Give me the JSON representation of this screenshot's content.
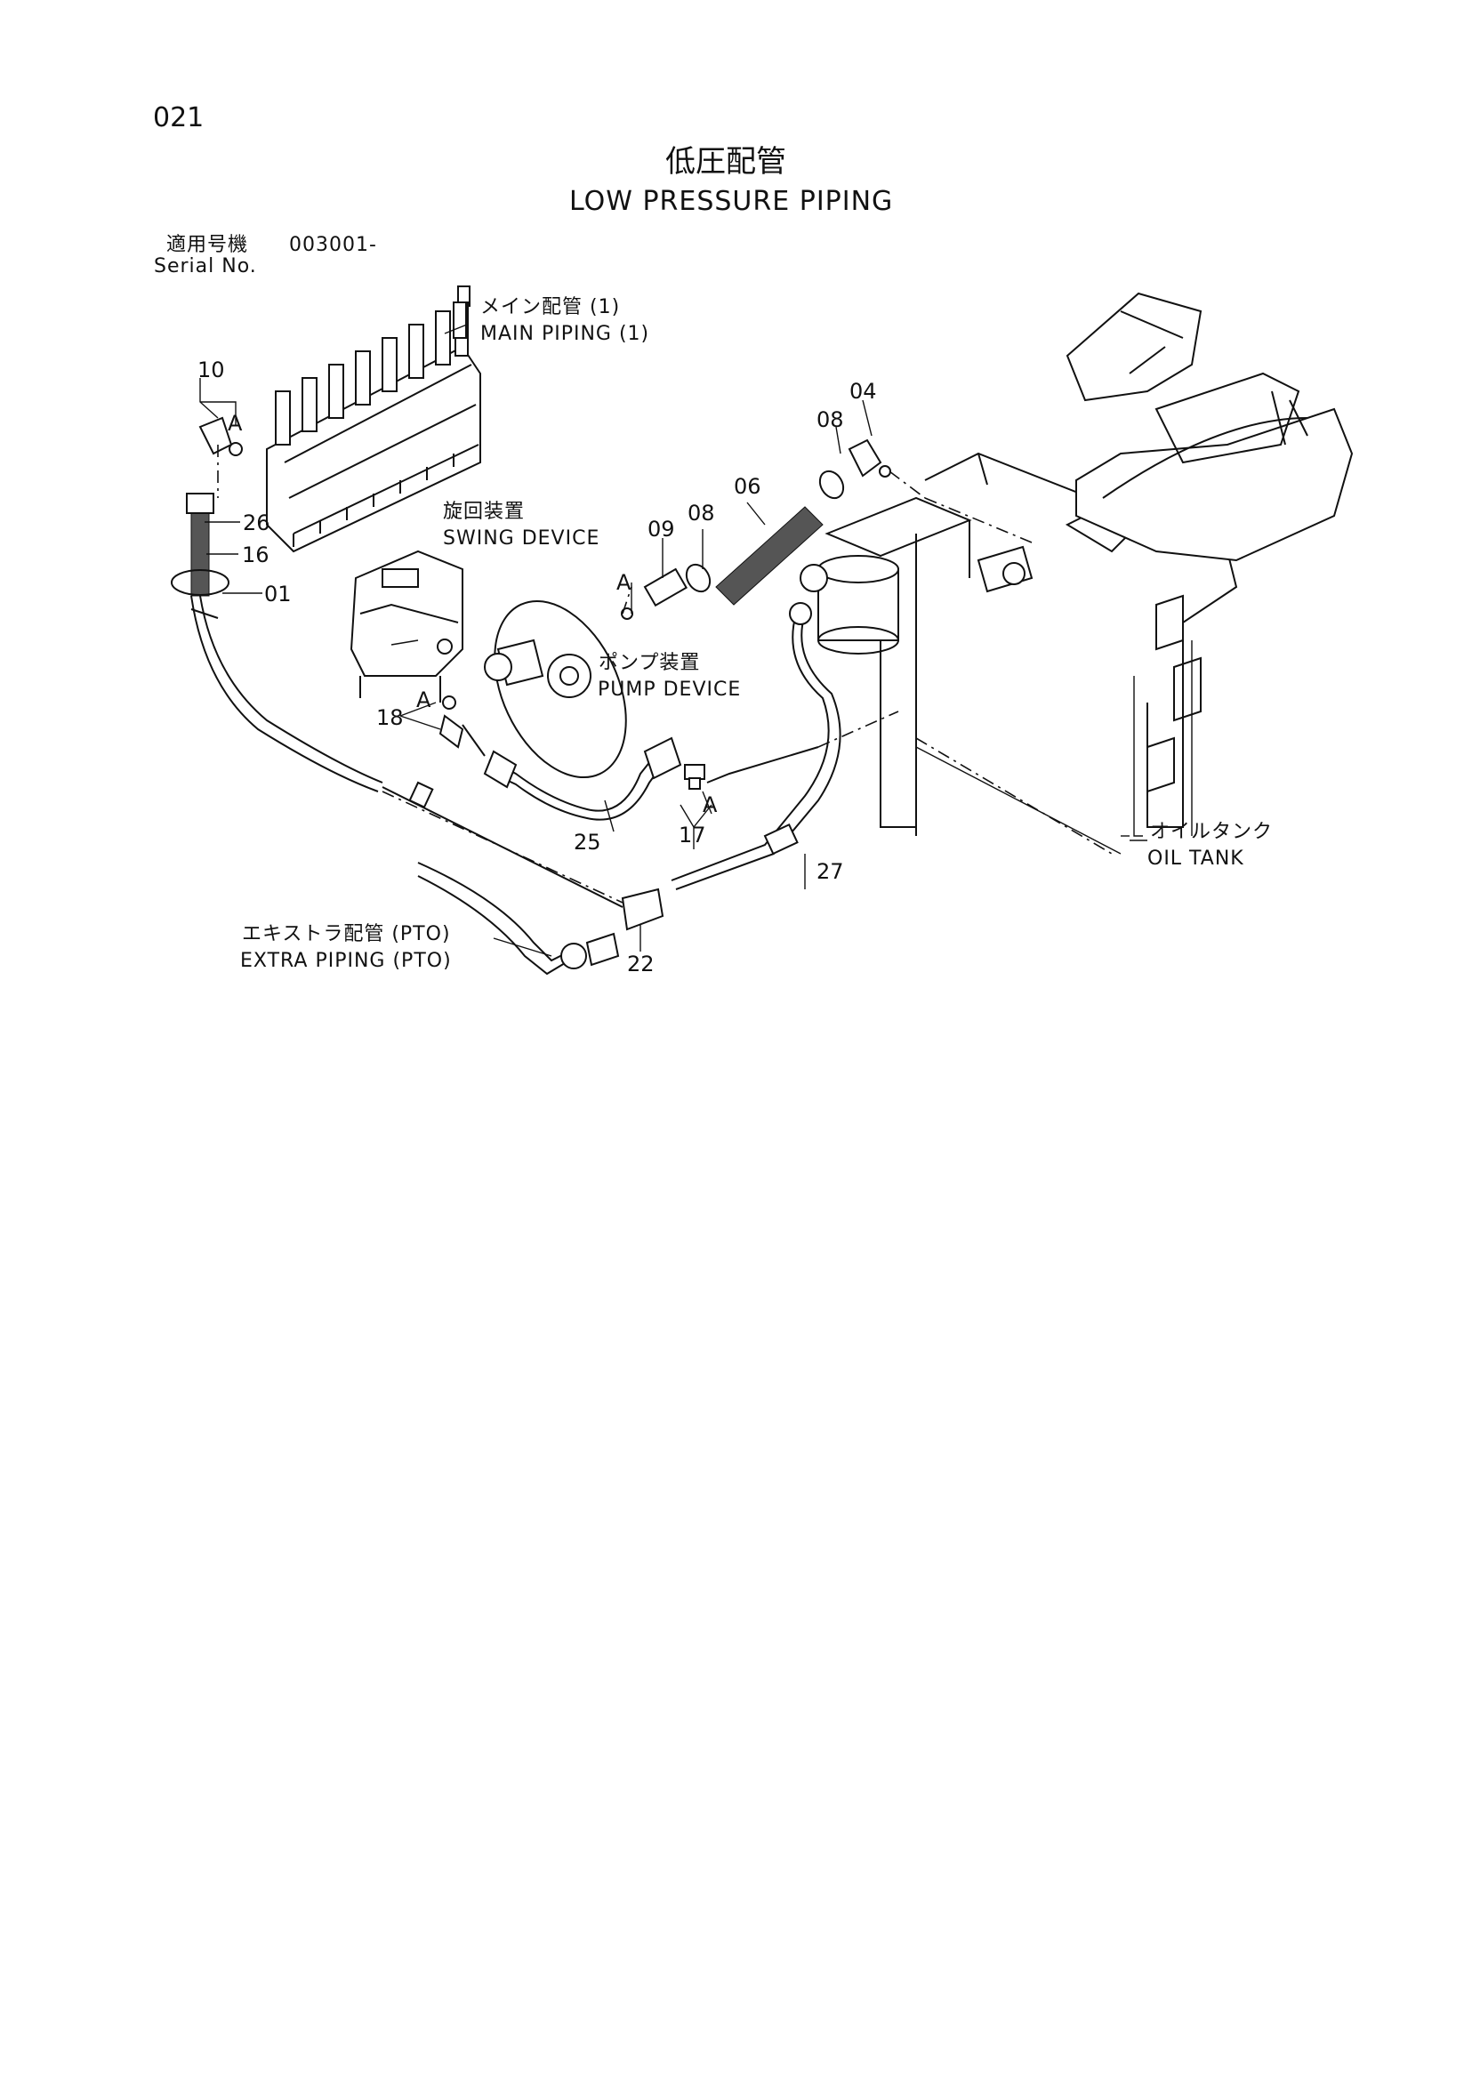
{
  "page_number": "021",
  "title_jp": "低圧配管",
  "title_en": "LOW PRESSURE PIPING",
  "serial": {
    "label_jp": "適用号機",
    "value": "003001-",
    "label_en": "Serial No."
  },
  "components": {
    "main_piping_jp": "メイン配管 (1)",
    "main_piping_en": "MAIN PIPING (1)",
    "swing_device_jp": "旋回装置",
    "swing_device_en": "SWING DEVICE",
    "pump_device_jp": "ポンプ装置",
    "pump_device_en": "PUMP DEVICE",
    "oil_tank_jp": "オイルタンク",
    "oil_tank_en": "OIL TANK",
    "extra_piping_jp": "エキストラ配管 (PTO)",
    "extra_piping_en": "EXTRA PIPING (PTO)"
  },
  "part_numbers": {
    "p10": "10",
    "p26": "26",
    "p16": "16",
    "p01": "01",
    "p18": "18",
    "p25": "25",
    "p17": "17",
    "p27": "27",
    "p22": "22",
    "p09": "09",
    "p08a": "08",
    "p06": "06",
    "p08b": "08",
    "p04": "04"
  },
  "connection_marks": {
    "a1": "A",
    "a2": "A",
    "a3": "A",
    "a4": "A"
  }
}
